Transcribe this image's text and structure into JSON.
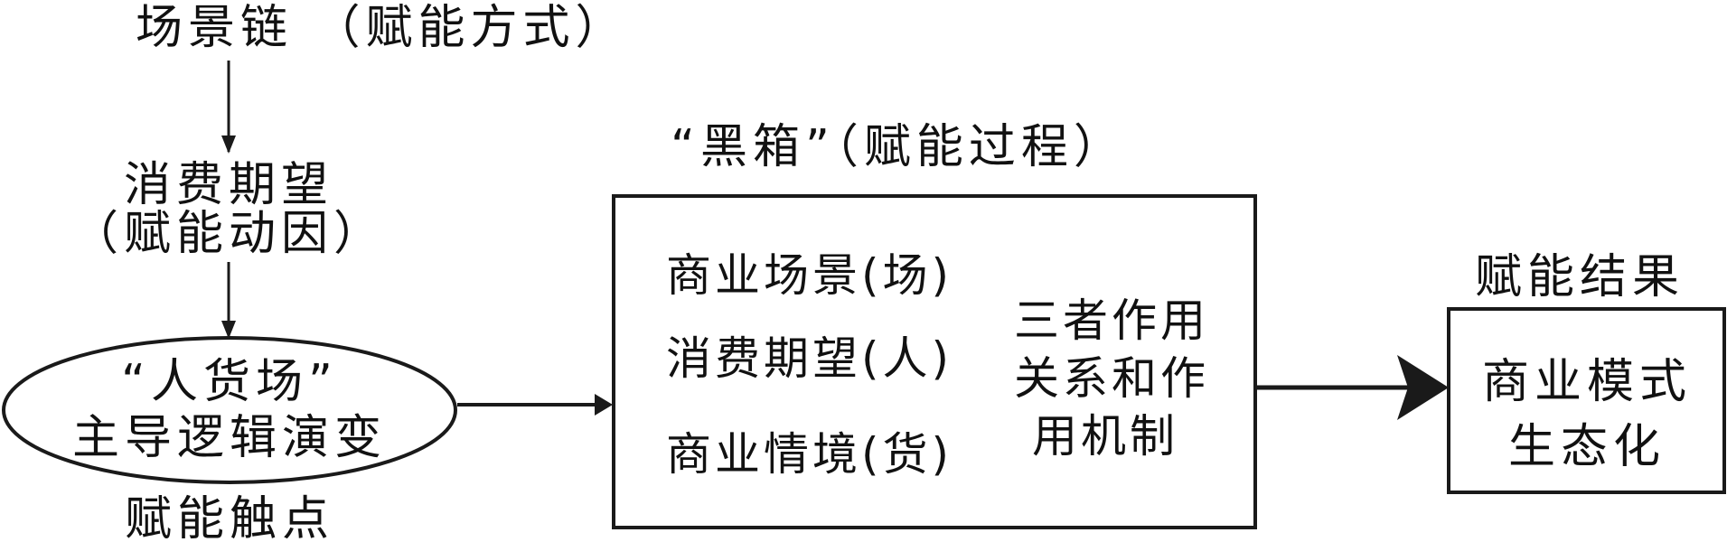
{
  "nodes": {
    "scene_chain": "场景链 （赋能方式）",
    "consumer_expectation": "消费期望",
    "consumer_expectation_sub": "（赋能动因）",
    "ellipse_line1": "“人货场”",
    "ellipse_line2": "主导逻辑演变",
    "touchpoint": "赋能触点",
    "black_box_title": "“黑箱”（赋能过程）",
    "box_items": [
      "商业场景(场)",
      "消费期望(人)",
      "商业情境(货)"
    ],
    "mechanism": [
      "三者作用",
      "关系和作",
      "用机制"
    ],
    "result_title": "赋能结果",
    "result_lines": [
      "商业模式",
      "生态化"
    ]
  },
  "colors": {
    "stroke": "#1a1a1a",
    "background": "#ffffff"
  }
}
